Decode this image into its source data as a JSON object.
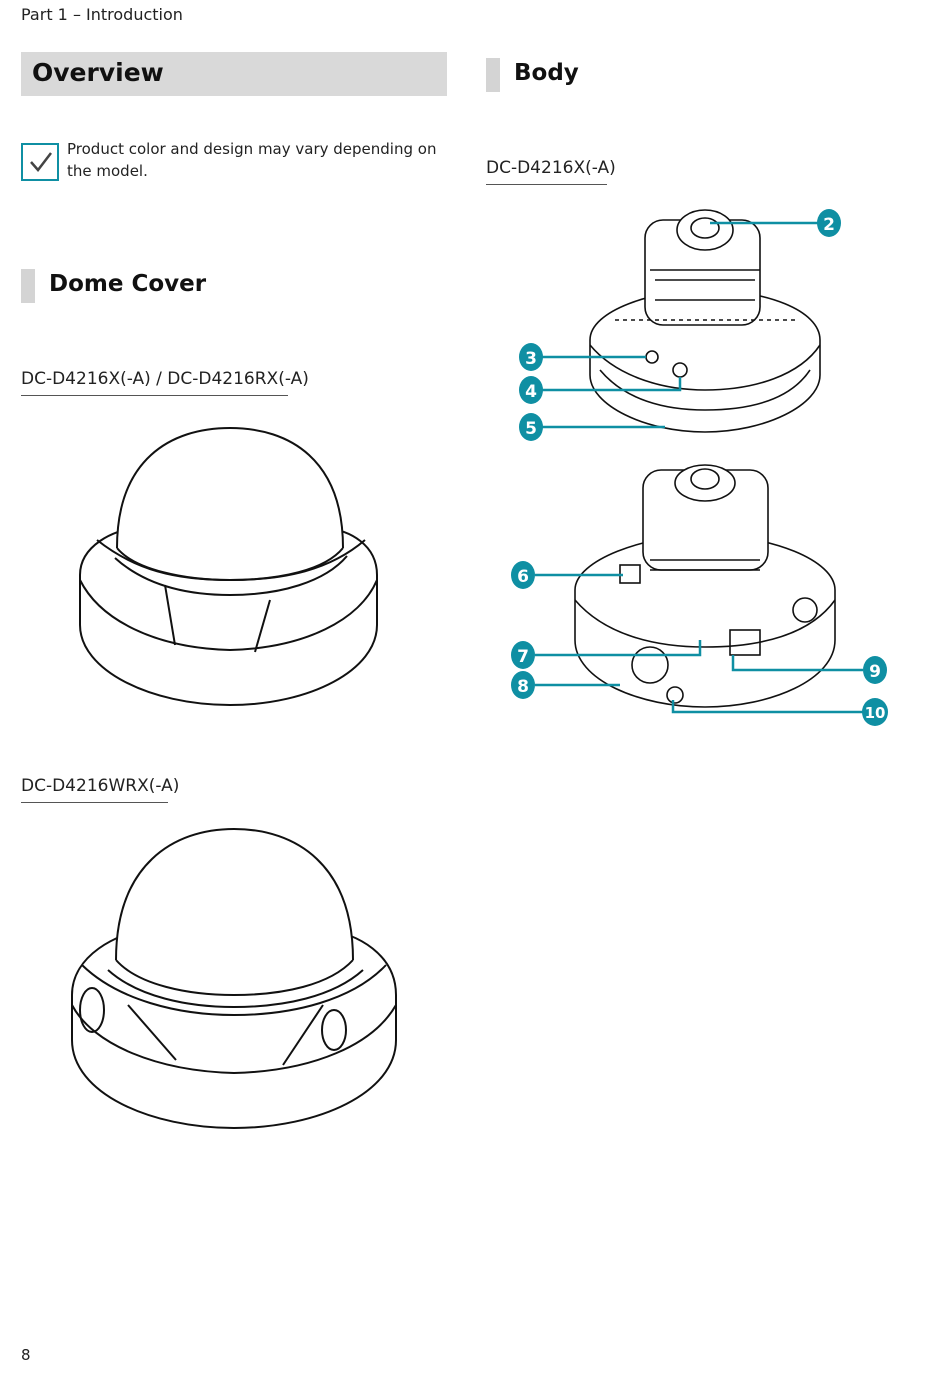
{
  "header": {
    "section": "Part 1 – Introduction"
  },
  "overview": {
    "title": "Overview",
    "note": "Product color and design may vary depending on the model."
  },
  "dome_cover": {
    "title": "Dome Cover",
    "models": [
      "DC-D4216X(-A) / DC-D4216RX(-A)",
      "DC-D4216WRX(-A)"
    ]
  },
  "body_section": {
    "title": "Body",
    "model": "DC-D4216X(-A)",
    "callouts": [
      "2",
      "3",
      "4",
      "5",
      "6",
      "7",
      "8",
      "9",
      "10"
    ]
  },
  "footer": {
    "page": "8"
  },
  "colors": {
    "accent": "#0f8fa3",
    "bar": "#d9d9d9"
  }
}
